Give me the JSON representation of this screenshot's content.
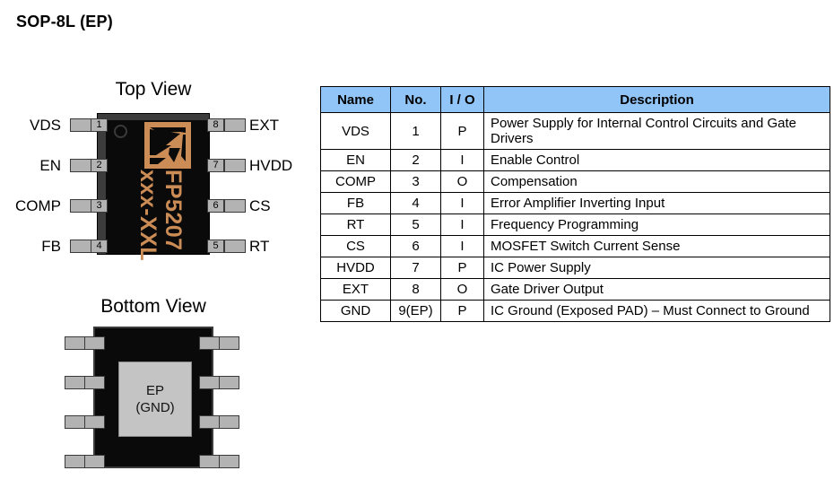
{
  "page": {
    "title": "SOP-8L (EP)"
  },
  "top_view": {
    "caption": "Top View",
    "marking": {
      "part_number": "FP5207",
      "code": "xxx-XXL"
    },
    "logo_color": "#cb8c56",
    "body_color": "#0a0a0a",
    "pin1_indicator": "pin1-dot",
    "pins_left": [
      {
        "label": "VDS",
        "number": "1"
      },
      {
        "label": "EN",
        "number": "2"
      },
      {
        "label": "COMP",
        "number": "3"
      },
      {
        "label": "FB",
        "number": "4"
      }
    ],
    "pins_right": [
      {
        "label": "EXT",
        "number": "8"
      },
      {
        "label": "HVDD",
        "number": "7"
      },
      {
        "label": "CS",
        "number": "6"
      },
      {
        "label": "RT",
        "number": "5"
      }
    ]
  },
  "bottom_view": {
    "caption": "Bottom View",
    "exposed_pad": {
      "line1": "EP",
      "line2": "(GND)",
      "pad_color": "#c4c4c4"
    }
  },
  "pin_table": {
    "header_color": "#92c5f7",
    "columns": [
      "Name",
      "No.",
      "I / O",
      "Description"
    ],
    "rows": [
      {
        "name": "VDS",
        "no": "1",
        "io": "P",
        "description": "Power Supply for Internal Control Circuits and Gate Drivers"
      },
      {
        "name": "EN",
        "no": "2",
        "io": "I",
        "description": "Enable Control"
      },
      {
        "name": "COMP",
        "no": "3",
        "io": "O",
        "description": "Compensation"
      },
      {
        "name": "FB",
        "no": "4",
        "io": "I",
        "description": "Error Amplifier Inverting Input"
      },
      {
        "name": "RT",
        "no": "5",
        "io": "I",
        "description": "Frequency Programming"
      },
      {
        "name": "CS",
        "no": "6",
        "io": "I",
        "description": "MOSFET Switch Current Sense"
      },
      {
        "name": "HVDD",
        "no": "7",
        "io": "P",
        "description": "IC Power Supply"
      },
      {
        "name": "EXT",
        "no": "8",
        "io": "O",
        "description": "Gate Driver Output"
      },
      {
        "name": "GND",
        "no": "9(EP)",
        "io": "P",
        "description": "IC Ground (Exposed PAD) – Must Connect to Ground"
      }
    ]
  }
}
